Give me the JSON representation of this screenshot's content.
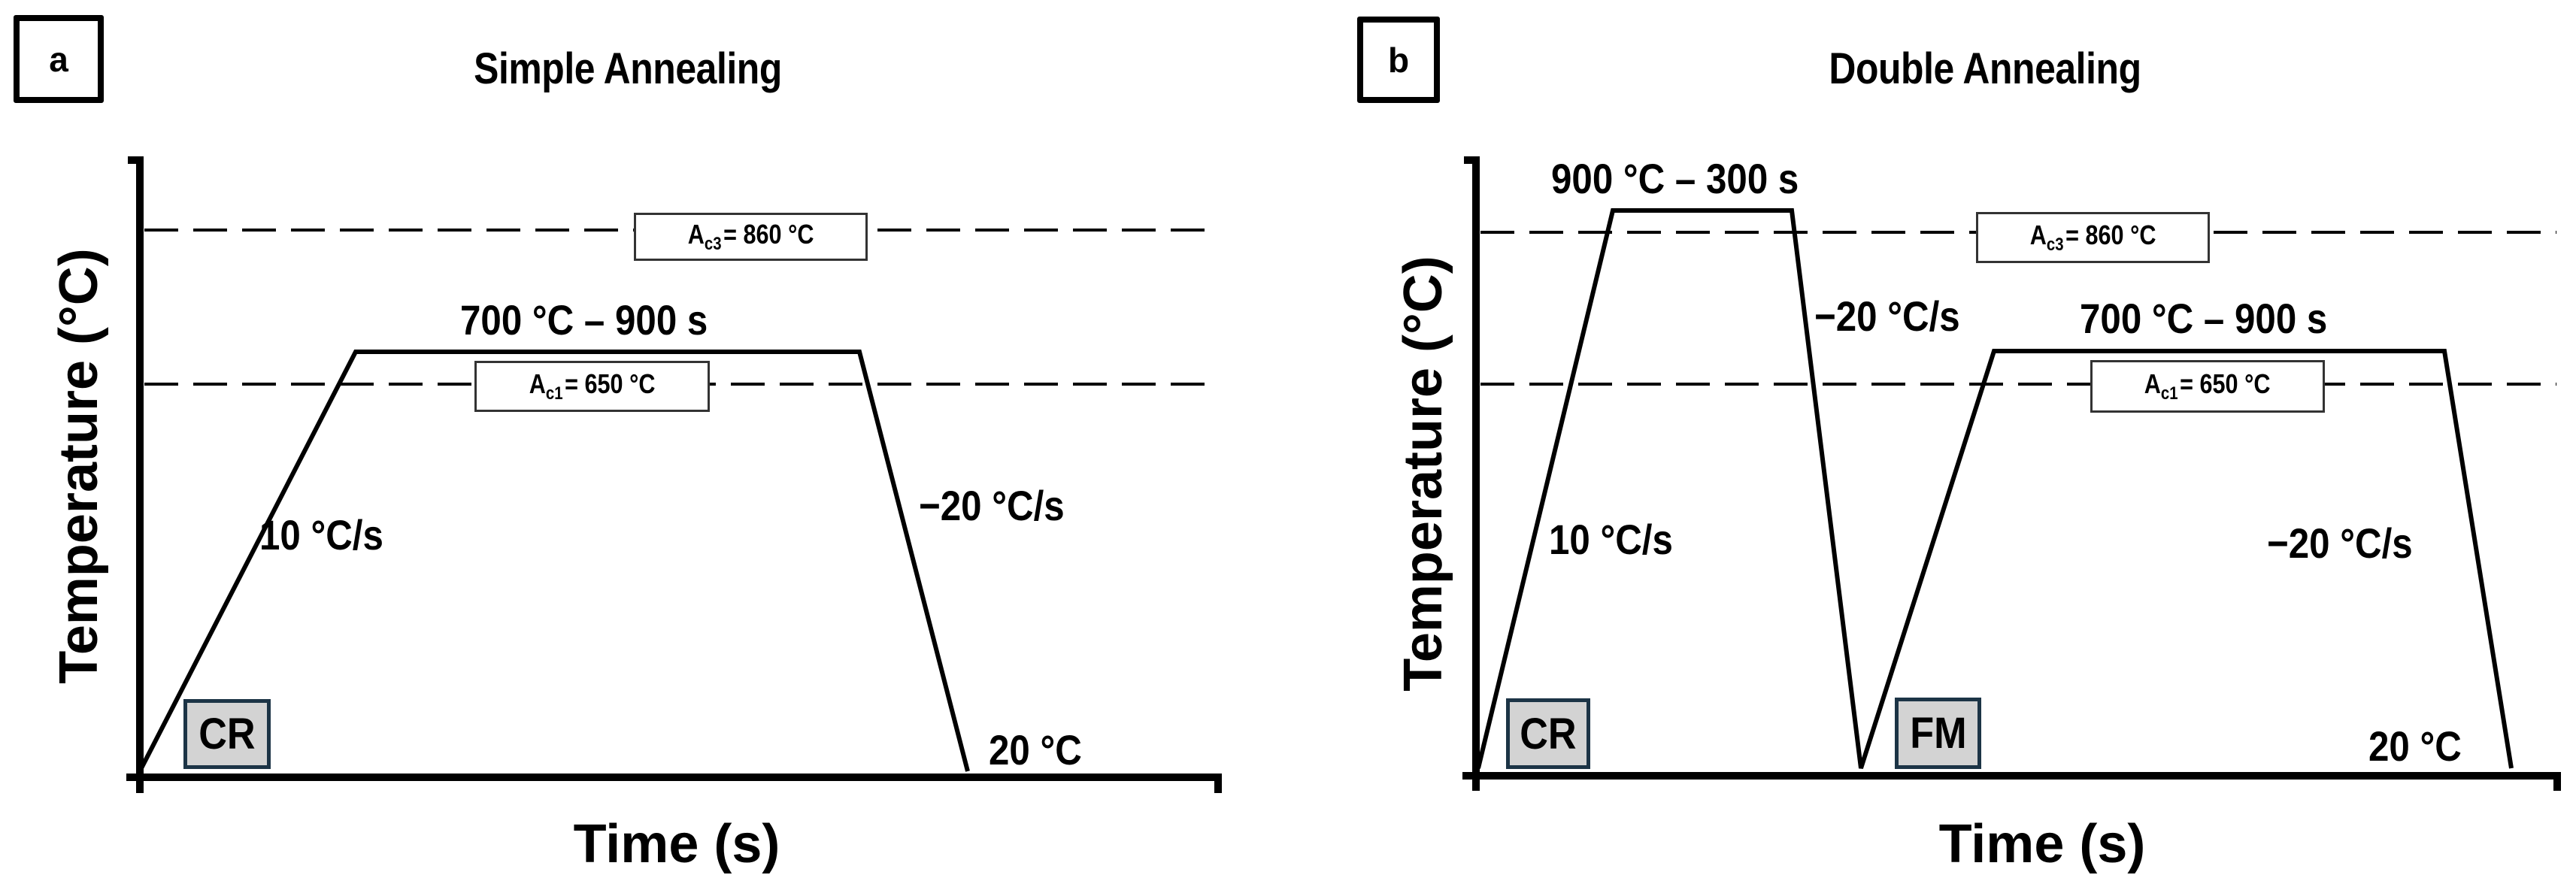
{
  "figure": {
    "panels": [
      {
        "tag": "a",
        "title": "Simple Annealing",
        "ylabel": "Temperature (°C)",
        "xlabel": "Time (s)",
        "critical_lines": [
          {
            "sym": "A",
            "sub": "c3",
            "value": "= 860 °C"
          },
          {
            "sym": "A",
            "sub": "c1",
            "value": "= 650 °C"
          }
        ],
        "annotations": {
          "heating_rate": "10 °C/s",
          "hold": "700 °C – 900 s",
          "cooling_rate": "−20 °C/s",
          "final_temp": "20 °C"
        },
        "state_labels": [
          "CR"
        ]
      },
      {
        "tag": "b",
        "title": "Double Annealing",
        "ylabel": "Temperature (°C)",
        "xlabel": "Time (s)",
        "critical_lines": [
          {
            "sym": "A",
            "sub": "c3",
            "value": "= 860 °C"
          },
          {
            "sym": "A",
            "sub": "c1",
            "value": "= 650 °C"
          }
        ],
        "annotations": {
          "heating_rate": "10 °C/s",
          "hold1": "900 °C – 300 s",
          "cooling_rate1": "−20 °C/s",
          "hold2": "700 °C – 900 s",
          "cooling_rate2": "−20 °C/s",
          "final_temp": "20 °C"
        },
        "state_labels": [
          "CR",
          "FM"
        ]
      }
    ],
    "colors": {
      "line": "#000000",
      "state_box_fill": "#d3d3d3",
      "state_box_border": "#1c3446",
      "crit_box_border": "#333333"
    }
  },
  "chart_data": [
    {
      "type": "line",
      "title": "Simple Annealing",
      "xlabel": "Time (s)",
      "ylabel": "Temperature (°C)",
      "grid": false,
      "series": [
        {
          "name": "thermal cycle",
          "points": [
            {
              "stage": "start (CR)",
              "temp": 20
            },
            {
              "stage": "heat 10 °C/s",
              "temp": 700
            },
            {
              "stage": "hold 900 s",
              "temp": 700
            },
            {
              "stage": "cool −20 °C/s",
              "temp": 20
            }
          ]
        }
      ],
      "reference_lines": [
        {
          "label": "Ac3",
          "value": 860,
          "style": "dashed"
        },
        {
          "label": "Ac1",
          "value": 650,
          "style": "dashed"
        }
      ],
      "annotations": [
        "10 °C/s",
        "700 °C – 900 s",
        "−20 °C/s",
        "20 °C",
        "CR"
      ]
    },
    {
      "type": "line",
      "title": "Double Annealing",
      "xlabel": "Time (s)",
      "ylabel": "Temperature (°C)",
      "grid": false,
      "series": [
        {
          "name": "thermal cycle",
          "points": [
            {
              "stage": "start (CR)",
              "temp": 20
            },
            {
              "stage": "heat 10 °C/s",
              "temp": 900
            },
            {
              "stage": "hold 300 s",
              "temp": 900
            },
            {
              "stage": "cool −20 °C/s (FM)",
              "temp": 20
            },
            {
              "stage": "heat",
              "temp": 700
            },
            {
              "stage": "hold 900 s",
              "temp": 700
            },
            {
              "stage": "cool −20 °C/s",
              "temp": 20
            }
          ]
        }
      ],
      "reference_lines": [
        {
          "label": "Ac3",
          "value": 860,
          "style": "dashed"
        },
        {
          "label": "Ac1",
          "value": 650,
          "style": "dashed"
        }
      ],
      "annotations": [
        "900 °C – 300 s",
        "−20 °C/s",
        "10 °C/s",
        "700 °C – 900 s",
        "−20 °C/s",
        "20 °C",
        "CR",
        "FM"
      ]
    }
  ]
}
